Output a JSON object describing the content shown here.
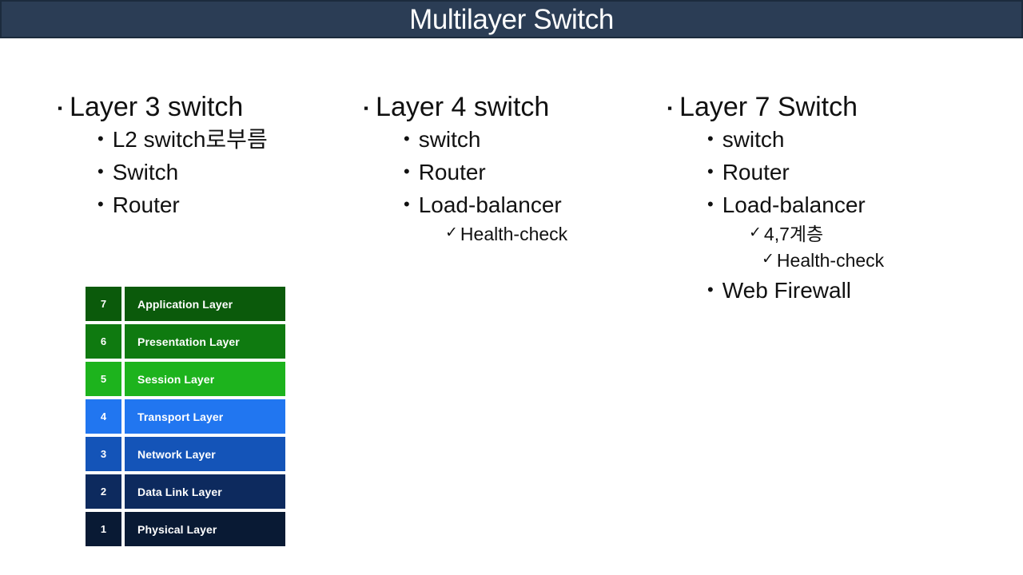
{
  "slide": {
    "title": "Multilayer Switch",
    "title_bar_color": "#2b3d55",
    "title_text_color": "#ffffff",
    "background_color": "#ffffff"
  },
  "bullets": {
    "square": "▪",
    "round": "•",
    "check": "✓"
  },
  "columns": [
    {
      "heading": "Layer 3 switch",
      "items": [
        {
          "level": 2,
          "text": "L2 switch로부름"
        },
        {
          "level": 2,
          "text": "Switch"
        },
        {
          "level": 2,
          "text": "Router"
        }
      ]
    },
    {
      "heading": "Layer 4 switch",
      "items": [
        {
          "level": 2,
          "text": "switch"
        },
        {
          "level": 2,
          "text": "Router"
        },
        {
          "level": 2,
          "text": "Load-balancer"
        },
        {
          "level": 3,
          "text": "Health-check"
        }
      ]
    },
    {
      "heading": "Layer 7 Switch",
      "items": [
        {
          "level": 2,
          "text": "switch"
        },
        {
          "level": 2,
          "text": "Router"
        },
        {
          "level": 2,
          "text": "Load-balancer"
        },
        {
          "level": 3,
          "text": "4,7계층"
        },
        {
          "level": 3,
          "text": "Health-check",
          "deeper": true
        },
        {
          "level": 2,
          "text": "Web Firewall"
        }
      ]
    }
  ],
  "osi_stack": {
    "rows": [
      {
        "number": "7",
        "label": "Application Layer",
        "num_color": "#0b5a0b",
        "label_color": "#0b5a0b"
      },
      {
        "number": "6",
        "label": "Presentation Layer",
        "num_color": "#0f7a10",
        "label_color": "#0f7a10"
      },
      {
        "number": "5",
        "label": "Session Layer",
        "num_color": "#1db31d",
        "label_color": "#1db31d"
      },
      {
        "number": "4",
        "label": "Transport Layer",
        "num_color": "#2176f0",
        "label_color": "#2176f0"
      },
      {
        "number": "3",
        "label": "Network Layer",
        "num_color": "#1454b8",
        "label_color": "#1454b8"
      },
      {
        "number": "2",
        "label": "Data Link Layer",
        "num_color": "#0d2a5e",
        "label_color": "#0d2a5e"
      },
      {
        "number": "1",
        "label": "Physical Layer",
        "num_color": "#091a34",
        "label_color": "#091a34"
      }
    ]
  }
}
